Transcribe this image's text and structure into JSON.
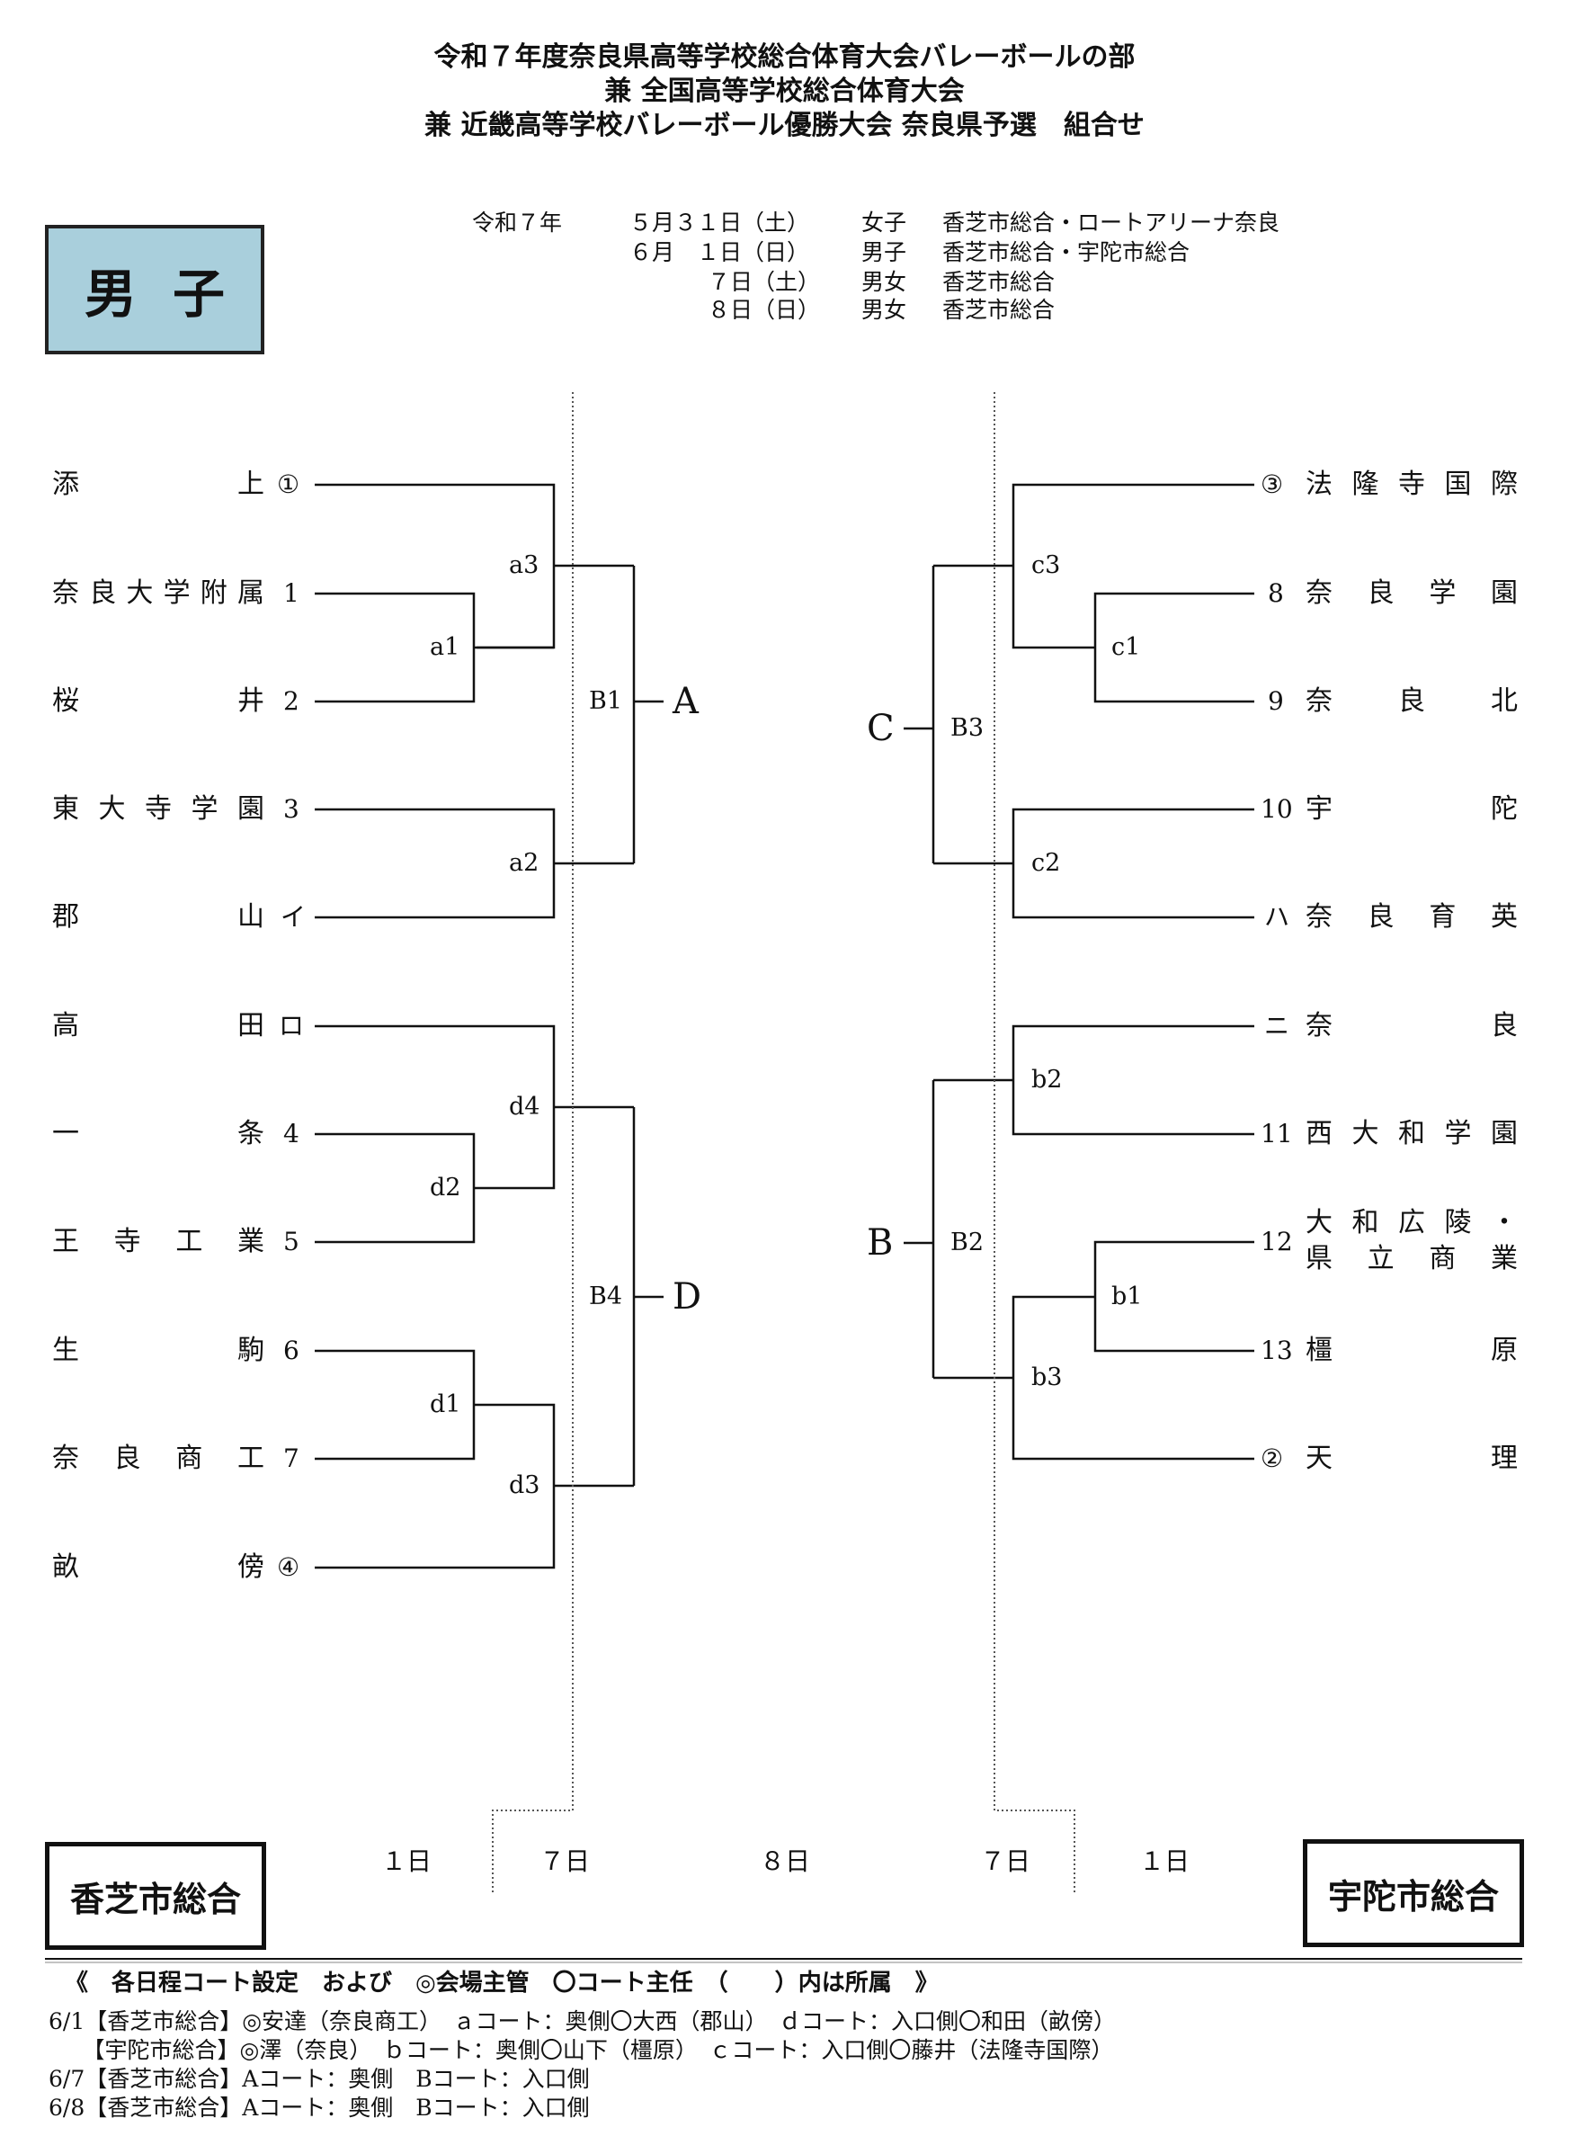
{
  "header": {
    "title_line1": "令和７年度奈良県高等学校総合体育大会バレーボールの部",
    "title_line2": "兼 全国高等学校総合体育大会",
    "title_line3": "兼 近畿高等学校バレーボール優勝大会 奈良県予選　組合せ"
  },
  "schedule": {
    "era": "令和７年",
    "rows": [
      {
        "date": "５月３１日（土）",
        "gender": "女子",
        "venue": "香芝市総合・ロートアリーナ奈良"
      },
      {
        "date": "６月　１日（日）",
        "gender": "男子",
        "venue": "香芝市総合・宇陀市総合"
      },
      {
        "date": "７日（土）",
        "gender": "男女",
        "venue": "香芝市総合"
      },
      {
        "date": "８日（日）",
        "gender": "男女",
        "venue": "香芝市総合"
      }
    ]
  },
  "gender_label": "男子",
  "left_teams": [
    {
      "name": "添上",
      "seed": "①"
    },
    {
      "name": "奈良大学附属",
      "seed": "1"
    },
    {
      "name": "桜井",
      "seed": "2"
    },
    {
      "name": "東大寺学園",
      "seed": "3"
    },
    {
      "name": "郡山",
      "seed": "イ"
    },
    {
      "name": "高田",
      "seed": "ロ"
    },
    {
      "name": "一条",
      "seed": "4"
    },
    {
      "name": "王寺工業",
      "seed": "5"
    },
    {
      "name": "生駒",
      "seed": "6"
    },
    {
      "name": "奈良商工",
      "seed": "7"
    },
    {
      "name": "畝傍",
      "seed": "④"
    }
  ],
  "right_teams": [
    {
      "name": "法隆寺国際",
      "seed": "③"
    },
    {
      "name": "奈良学園",
      "seed": "8"
    },
    {
      "name": "奈良北",
      "seed": "9"
    },
    {
      "name": "宇陀",
      "seed": "10"
    },
    {
      "name": "奈良育英",
      "seed": "ハ"
    },
    {
      "name": "奈良",
      "seed": "ニ"
    },
    {
      "name": "西大和学園",
      "seed": "11"
    },
    {
      "name": "大和広陵・",
      "name2": "県立商業",
      "seed": "12"
    },
    {
      "name": "橿原",
      "seed": "13"
    },
    {
      "name": "天理",
      "seed": "②"
    }
  ],
  "match_labels": {
    "a1": "a1",
    "a2": "a2",
    "a3": "a3",
    "d1": "d1",
    "d2": "d2",
    "d3": "d3",
    "d4": "d4",
    "B1": "B1",
    "B4": "B4",
    "B2": "B2",
    "B3": "B3",
    "c1": "c1",
    "c2": "c2",
    "c3": "c3",
    "b1": "b1",
    "b2": "b2",
    "b3": "b3"
  },
  "block_letters": {
    "A": "A",
    "D": "D",
    "C": "C",
    "B": "B"
  },
  "days": {
    "left_1": "１日",
    "left_7": "７日",
    "center_8": "８日",
    "right_7": "７日",
    "right_1": "１日"
  },
  "venues": {
    "left": "香芝市総合",
    "right": "宇陀市総合"
  },
  "footer": {
    "heading": "《　各日程コート設定　および　◎会場主管　〇コート主任　（　　）内は所属　》",
    "lines": [
      "6/1【香芝市総合】◎安達（奈良商工）　ａコート：奥側〇大西（郡山）　ｄコート：入口側〇和田（畝傍）",
      "　　【宇陀市総合】◎澤（奈良）　ｂコート：奥側〇山下（橿原）　ｃコート：入口側〇藤井（法隆寺国際）",
      "6/7【香芝市総合】Aコート：奥側　Bコート：入口側",
      "6/8【香芝市総合】Aコート：奥側　Bコート：入口側"
    ]
  }
}
